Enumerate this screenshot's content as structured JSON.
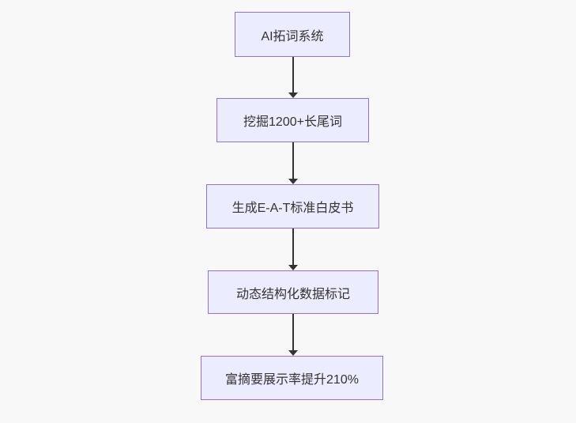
{
  "flowchart": {
    "type": "flowchart",
    "direction": "top-down",
    "nodes": [
      {
        "id": "A",
        "label": "AI拓词系统"
      },
      {
        "id": "B",
        "label": "挖掘1200+长尾词"
      },
      {
        "id": "C",
        "label": "生成E-A-T标准白皮书"
      },
      {
        "id": "D",
        "label": "动态结构化数据标记"
      },
      {
        "id": "E",
        "label": "富摘要展示率提升210%"
      }
    ],
    "edges": [
      {
        "from": "A",
        "to": "B",
        "label": ""
      },
      {
        "from": "B",
        "to": "C",
        "label": ""
      },
      {
        "from": "C",
        "to": "D",
        "label": ""
      },
      {
        "from": "D",
        "to": "E",
        "label": ""
      }
    ],
    "colors": {
      "node_fill": "#ECECFF",
      "node_border": "#9370DB",
      "edge": "#333333",
      "text": "#333333",
      "background": "#f8f8f8"
    }
  }
}
